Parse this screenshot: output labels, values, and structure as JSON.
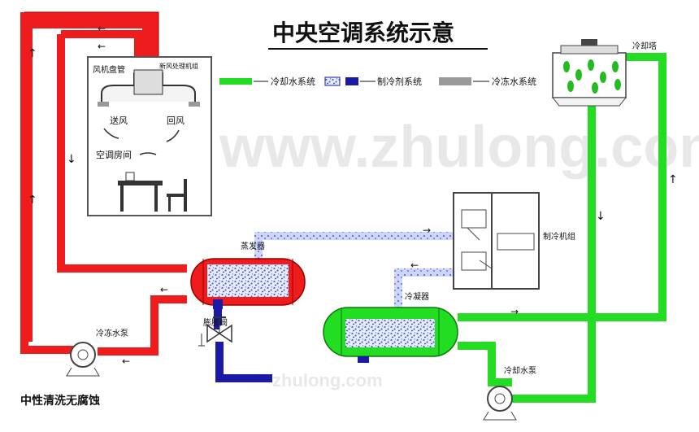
{
  "title": "中央空调系统示意",
  "legend": [
    {
      "label": "冷却水系统",
      "color": "#22dd22"
    },
    {
      "label": "制冷剂系统",
      "color": "#1a1aa6"
    },
    {
      "label": "冷冻水系统",
      "color": "#999999"
    }
  ],
  "labels": {
    "fan_coil": "风机盘管",
    "fresh_air_unit": "新风处理机组",
    "supply_air": "送风",
    "return_air": "回风",
    "ac_room": "空调房间",
    "evaporator": "蒸发器",
    "chiller_unit": "制冷机组",
    "condenser": "冷凝器",
    "cooling_tower": "冷却塔",
    "chilled_water_pump": "冷冻水泵",
    "cooling_water_pump": "冷却水泵",
    "expansion_valve": "膨胀阀",
    "bottom_left_note": "中性清洗无腐蚀"
  },
  "watermarks": [
    "www.zhulong.com",
    "zhulong.com"
  ],
  "colors": {
    "chilled_water": "#ee1c1c",
    "cooling_water": "#22dd22",
    "refrigerant": "#1a1aa6",
    "refrigerant_light": "#8aa0e8"
  }
}
